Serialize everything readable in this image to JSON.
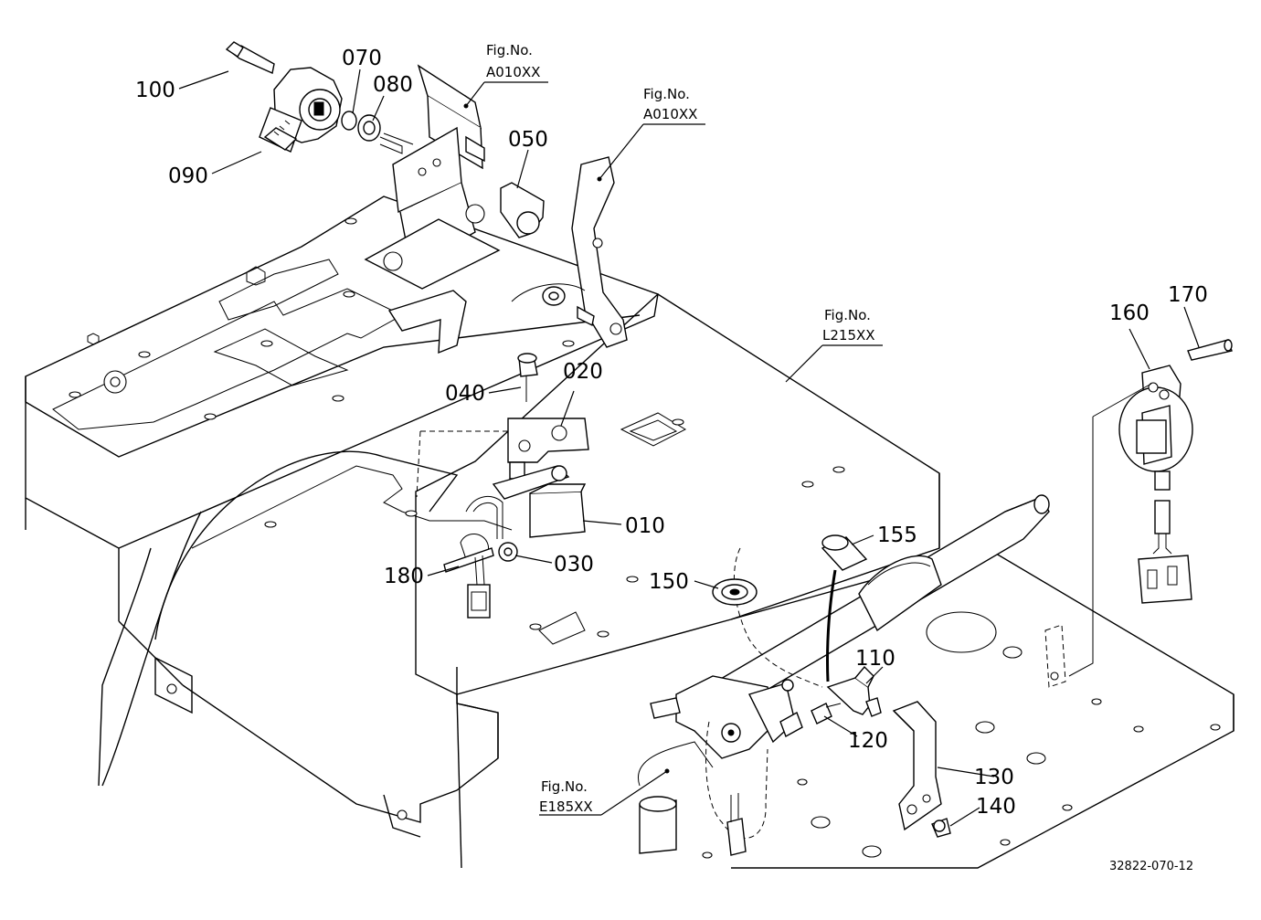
{
  "diagram": {
    "drawing_id": "32822-070-12",
    "part_labels": [
      {
        "id": "p100",
        "text": "100"
      },
      {
        "id": "p070",
        "text": "070"
      },
      {
        "id": "p080",
        "text": "080"
      },
      {
        "id": "p090",
        "text": "090"
      },
      {
        "id": "p050",
        "text": "050"
      },
      {
        "id": "p040",
        "text": "040"
      },
      {
        "id": "p020",
        "text": "020"
      },
      {
        "id": "p010",
        "text": "010"
      },
      {
        "id": "p030",
        "text": "030"
      },
      {
        "id": "p180",
        "text": "180"
      },
      {
        "id": "p150",
        "text": "150"
      },
      {
        "id": "p155",
        "text": "155"
      },
      {
        "id": "p110",
        "text": "110"
      },
      {
        "id": "p120",
        "text": "120"
      },
      {
        "id": "p130",
        "text": "130"
      },
      {
        "id": "p140",
        "text": "140"
      },
      {
        "id": "p160",
        "text": "160"
      },
      {
        "id": "p170",
        "text": "170"
      }
    ],
    "figure_refs": [
      {
        "id": "ref1",
        "title": "Fig.No.",
        "code": "A010XX"
      },
      {
        "id": "ref2",
        "title": "Fig.No.",
        "code": "A010XX"
      },
      {
        "id": "ref3",
        "title": "Fig.No.",
        "code": "L215XX"
      },
      {
        "id": "ref4",
        "title": "Fig.No.",
        "code": "E185XX"
      }
    ]
  }
}
